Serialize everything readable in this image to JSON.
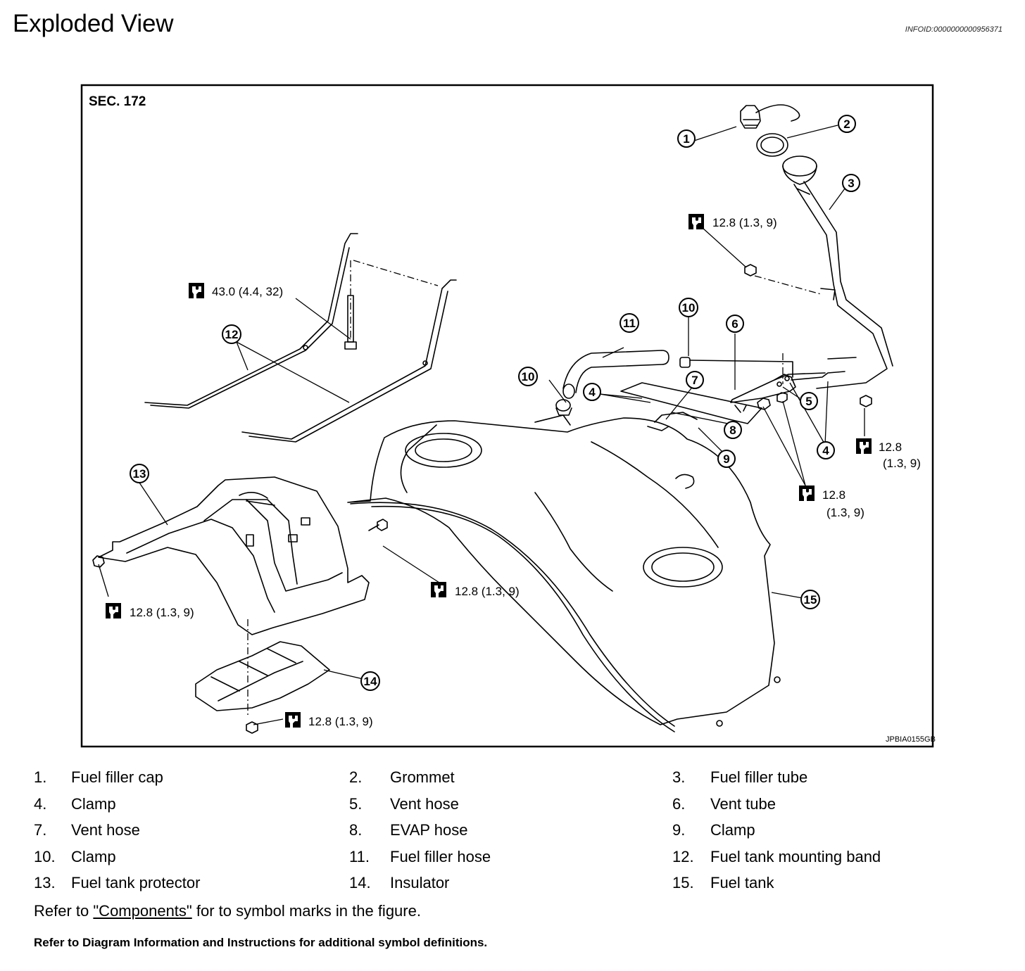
{
  "header": {
    "title": "Exploded View",
    "infoid": "INFOID:0000000000956371"
  },
  "figure": {
    "section_label": "SEC. 172",
    "figure_code": "JPBIA0155GB",
    "torque_labels": {
      "t_12_8_top": "12.8 (1.3, 9)",
      "t_43": "43.0 (4.4, 32)",
      "t_12_8_right_a": "12.8",
      "t_12_8_right_a2": "(1.3, 9)",
      "t_12_8_right_b": "12.8",
      "t_12_8_right_b2": "(1.3, 9)",
      "t_12_8_left": "12.8 (1.3, 9)",
      "t_12_8_mid": "12.8 (1.3, 9)",
      "t_12_8_bottom": "12.8 (1.3, 9)"
    },
    "callouts": [
      "1",
      "2",
      "3",
      "4",
      "5",
      "6",
      "7",
      "8",
      "9",
      "10",
      "11",
      "12",
      "13",
      "14",
      "15"
    ],
    "icon": "torque-wrench-icon"
  },
  "legend": [
    {
      "n": "1.",
      "t": "Fuel filler cap"
    },
    {
      "n": "2.",
      "t": "Grommet"
    },
    {
      "n": "3.",
      "t": "Fuel filler tube"
    },
    {
      "n": "4.",
      "t": "Clamp"
    },
    {
      "n": "5.",
      "t": "Vent hose"
    },
    {
      "n": "6.",
      "t": "Vent tube"
    },
    {
      "n": "7.",
      "t": "Vent hose"
    },
    {
      "n": "8.",
      "t": "EVAP hose"
    },
    {
      "n": "9.",
      "t": "Clamp"
    },
    {
      "n": "10.",
      "t": "Clamp"
    },
    {
      "n": "11.",
      "t": "Fuel filler hose"
    },
    {
      "n": "12.",
      "t": "Fuel tank mounting band"
    },
    {
      "n": "13.",
      "t": "Fuel tank protector"
    },
    {
      "n": "14.",
      "t": "Insulator"
    },
    {
      "n": "15.",
      "t": "Fuel tank"
    }
  ],
  "refer": {
    "prefix": "Refer to ",
    "link": "\"Components\"",
    "suffix": " for to symbol marks in the figure."
  },
  "note": "Refer to Diagram Information and Instructions for additional symbol definitions."
}
